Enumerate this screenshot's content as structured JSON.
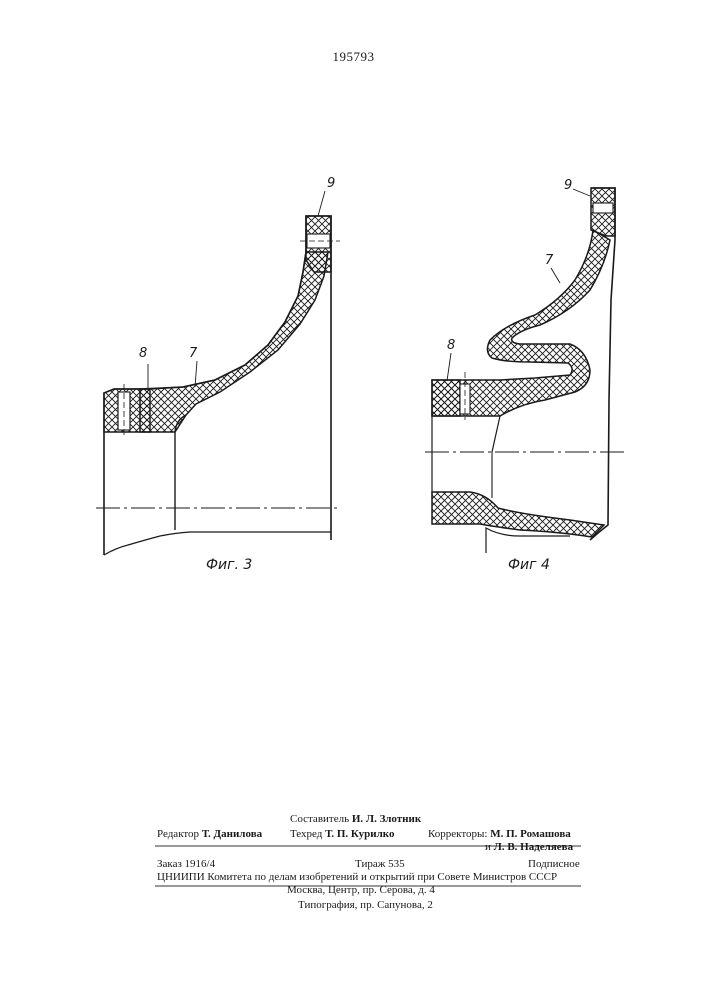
{
  "header": {
    "patent_number": "195793"
  },
  "figure3": {
    "caption": "Фиг. 3",
    "callouts": {
      "part_8": "8",
      "part_7": "7",
      "part_9": "9"
    }
  },
  "figure4": {
    "caption": "Фиг 4",
    "callouts": {
      "part_8": "8",
      "part_7": "7",
      "part_9": "9"
    }
  },
  "imprint": {
    "compiler_label": "Составитель",
    "compiler_name": "И. Л. Злотник",
    "editor_label": "Редактор",
    "editor_name": "Т. Данилова",
    "techred_label": "Техред",
    "techred_name": "Т. П. Курилко",
    "proofreaders_label": "Корректоры:",
    "proofreader_1": "М. П. Ромашова",
    "proofreader_2_prefix": "и",
    "proofreader_2": "Л. В. Наделяева",
    "order": "Заказ 1916/4",
    "print_run": "Тираж 535",
    "subscription": "Подписное",
    "institute_line": "ЦНИИПИ Комитета по делам изобретений и открытий при Совете Министров СССР",
    "address_line": "Москва, Центр, пр. Серова, д. 4",
    "printing_house": "Типография, пр. Сапунова, 2"
  }
}
